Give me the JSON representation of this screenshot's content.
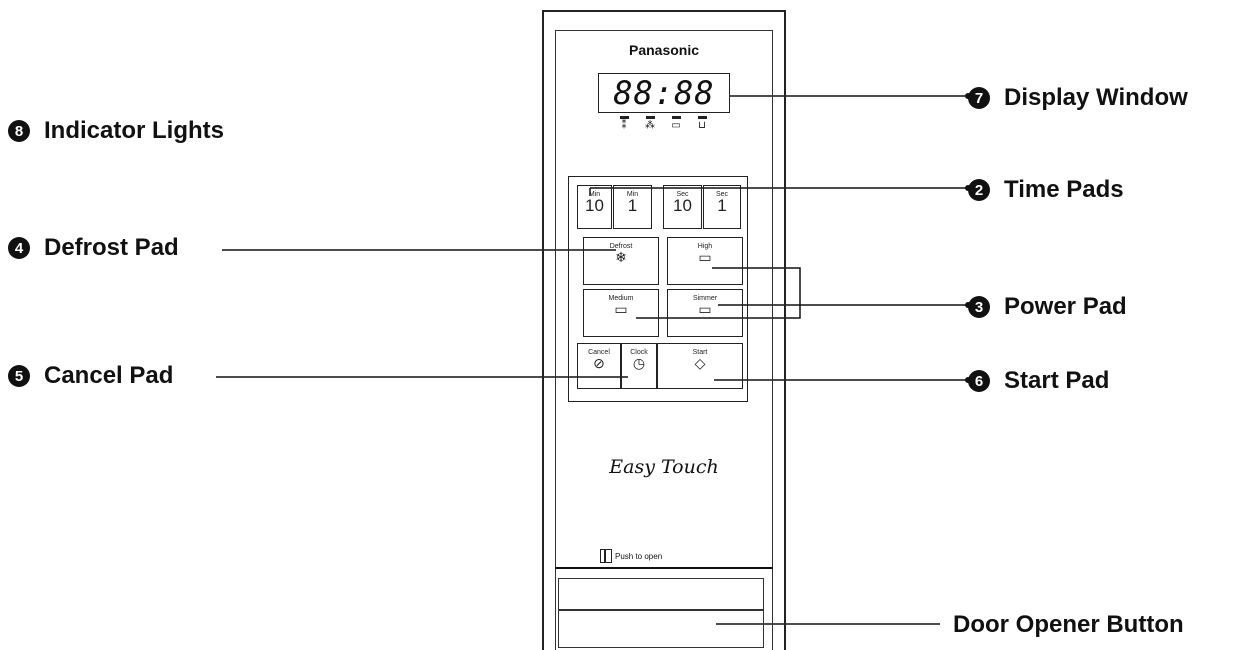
{
  "panel": {
    "brand": "Panasonic",
    "display_value": "88:88",
    "script_brand": "Easy Touch",
    "push_to_open": "Push to open"
  },
  "time_pads": [
    {
      "small": "Min",
      "value": "10"
    },
    {
      "small": "Min",
      "value": "1"
    },
    {
      "small": "Sec",
      "value": "10"
    },
    {
      "small": "Sec",
      "value": "1"
    }
  ],
  "pads": {
    "defrost": {
      "label": "Defrost",
      "symbol": "❄"
    },
    "high": {
      "label": "High",
      "symbol": "▭"
    },
    "medium": {
      "label": "Medium",
      "symbol": "▭"
    },
    "simmer": {
      "label": "Simmer",
      "symbol": "▭"
    },
    "cancel": {
      "label": "Cancel",
      "symbol": "⊘"
    },
    "clock": {
      "label": "Clock",
      "symbol": "◷"
    },
    "start": {
      "label": "Start",
      "symbol": "◇"
    }
  },
  "callouts": {
    "indicator_lights": {
      "num": "8",
      "label": "Indicator Lights"
    },
    "display_window": {
      "num": "7",
      "label": "Display Window"
    },
    "time_pads": {
      "num": "2",
      "label": "Time Pads"
    },
    "defrost_pad": {
      "num": "4",
      "label": "Defrost Pad"
    },
    "power_pad": {
      "num": "3",
      "label": "Power Pad"
    },
    "cancel_pad": {
      "num": "5",
      "label": "Cancel Pad"
    },
    "start_pad": {
      "num": "6",
      "label": "Start Pad"
    },
    "door_opener": {
      "label": "Door Opener Button"
    }
  }
}
